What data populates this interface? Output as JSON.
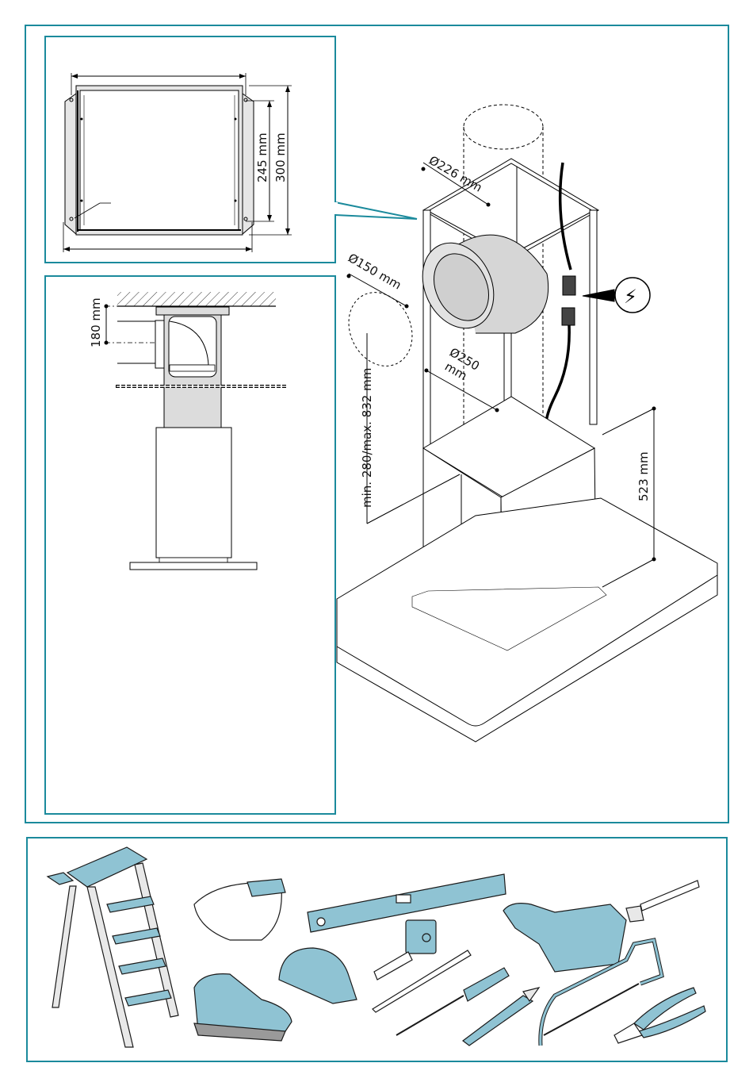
{
  "document": {
    "title": "Island cooker hood installation diagram",
    "accent_color": "#1b8a9c",
    "tool_fill_color": "#8fc3d3"
  },
  "top_panel": {
    "label_245": "245 mm",
    "label_300": "300 mm"
  },
  "side_panel": {
    "label_180": "180 mm"
  },
  "main_drawing": {
    "label_d226": "Ø226 mm",
    "label_d150": "Ø150 mm",
    "label_d250_line1": "Ø250",
    "label_d250_line2": "mm",
    "label_minmax": "min. 280/max. 832 mm",
    "label_523": "523 mm",
    "electric_symbol": "lightning-bolt"
  },
  "tools": {
    "items": [
      {
        "name": "step-ladder"
      },
      {
        "name": "work-gloves"
      },
      {
        "name": "safety-boots"
      },
      {
        "name": "hard-hat"
      },
      {
        "name": "spirit-level"
      },
      {
        "name": "tape-measure"
      },
      {
        "name": "pencil"
      },
      {
        "name": "screwdriver"
      },
      {
        "name": "utility-knife"
      },
      {
        "name": "electric-drill"
      },
      {
        "name": "drill-bit"
      },
      {
        "name": "hacksaw"
      },
      {
        "name": "side-cutters"
      }
    ]
  }
}
